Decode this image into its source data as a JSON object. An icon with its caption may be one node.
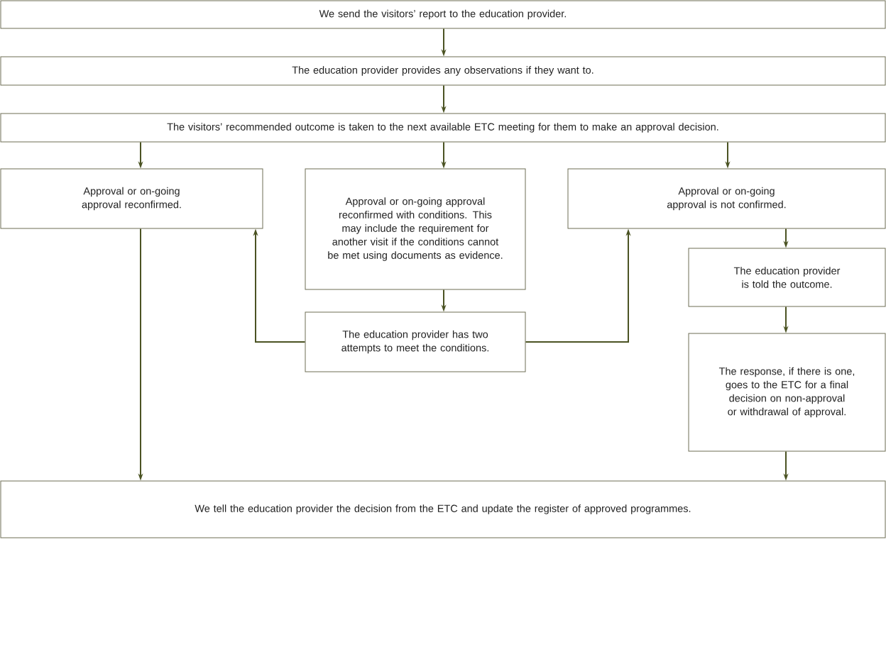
{
  "diagram": {
    "nodes": [
      {
        "text": [
          "We send the visitors’ report to the education provider."
        ]
      },
      {
        "text": [
          "The education provider provides any observations if they want to."
        ]
      },
      {
        "text": [
          "The visitors’ recommended outcome is taken to the next available ETC meeting for them to make an approval decision."
        ]
      },
      {
        "text": [
          "Approval or on-going approval reconfirmed."
        ]
      },
      {
        "text": [
          "Approval or on-going approval reconfirmed with conditions. This may include the requirement for another visit if the conditions cannot be met using documents as evidence."
        ]
      },
      {
        "text": [
          "Approval or on-going approval is not confirmed."
        ]
      },
      {
        "text": [
          "The education provider has two attempts to meet the conditions."
        ]
      },
      {
        "text": [
          "The education provider is told the outcome."
        ]
      },
      {
        "text": [
          "The response, if there is one, goes to the ETC for a final decision on non-approval or withdrawal of approval."
        ]
      },
      {
        "text": [
          "We tell the education provider the decision from the ETC and update the register of approved programmes."
        ]
      }
    ],
    "edges": [
      {
        "from": 0,
        "to": 1,
        "arrow": "to"
      },
      {
        "from": 1,
        "to": 2,
        "arrow": "to"
      },
      {
        "from": 2,
        "to": 3,
        "arrow": "to"
      },
      {
        "from": 2,
        "to": 4,
        "arrow": "to"
      },
      {
        "from": 2,
        "to": 5,
        "arrow": "to"
      },
      {
        "from": 3,
        "to": 9,
        "arrow": "to"
      },
      {
        "from": 4,
        "to": 6,
        "arrow": "to"
      },
      {
        "from": 6,
        "to": 3,
        "arrow": "to"
      },
      {
        "from": 6,
        "to": 5,
        "arrow": "to"
      },
      {
        "from": 5,
        "to": 7,
        "arrow": "to"
      },
      {
        "from": 7,
        "to": 8,
        "arrow": "to"
      },
      {
        "from": 8,
        "to": 9,
        "arrow": "to"
      }
    ]
  }
}
